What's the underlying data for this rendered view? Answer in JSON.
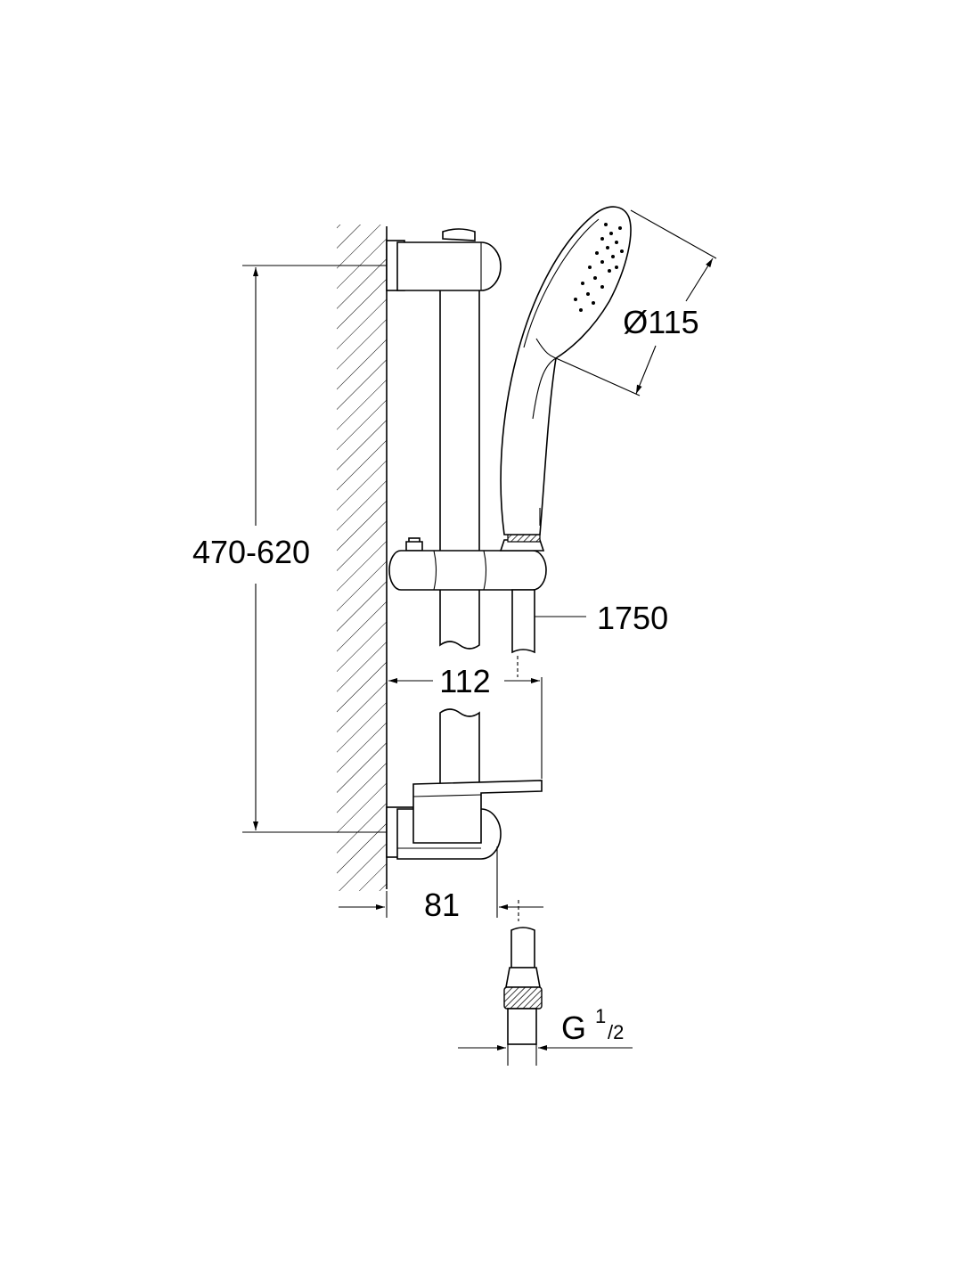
{
  "dimensions": {
    "height_range": "470-620",
    "shower_head_diameter": "Ø115",
    "hose_length": "1750",
    "rail_projection": "112",
    "wall_offset": "81",
    "thread_prefix": "G",
    "thread_numerator": "1",
    "thread_denominator": "/2"
  },
  "colors": {
    "line": "#000000",
    "background": "#ffffff"
  }
}
